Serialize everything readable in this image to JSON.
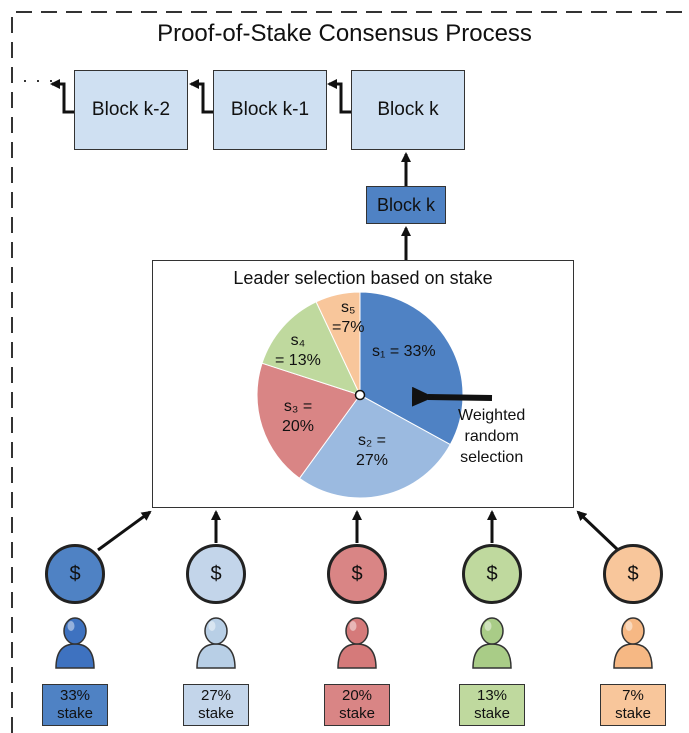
{
  "title": "Proof-of-Stake Consensus Process",
  "chain": {
    "continuation": "· · ·",
    "blocks": [
      "Block k-2",
      "Block k-1",
      "Block k"
    ],
    "new_block": "Block k"
  },
  "selection": {
    "title": "Leader selection based on stake",
    "slices": [
      {
        "name": "s1",
        "line1": "s₁ = 33%",
        "line2": "",
        "percent": 33,
        "color": "#4f82c4"
      },
      {
        "name": "s2",
        "line1": "s₂ =",
        "line2": "27%",
        "percent": 27,
        "color": "#9bbae0"
      },
      {
        "name": "s3",
        "line1": "s₃ =",
        "line2": "20%",
        "percent": 20,
        "color": "#d98585"
      },
      {
        "name": "s4",
        "line1": "s₄",
        "line2": "= 13%",
        "percent": 13,
        "color": "#bfd99e"
      },
      {
        "name": "s5",
        "line1": "s₅",
        "line2": "=7%",
        "percent": 7,
        "color": "#f8c69b"
      }
    ],
    "pointer_label": [
      "Weighted",
      "random",
      "selection"
    ]
  },
  "stakeholders": [
    {
      "coin_symbol": "$",
      "coin_color": "#4f82c4",
      "person_color": "#3e72c0",
      "stake_line1": "33%",
      "stake_line2": "stake",
      "box_color": "#4f82c4"
    },
    {
      "coin_symbol": "$",
      "coin_color": "#c3d5ea",
      "person_color": "#b8cfe6",
      "stake_line1": "27%",
      "stake_line2": "stake",
      "box_color": "#c3d5ea"
    },
    {
      "coin_symbol": "$",
      "coin_color": "#d98585",
      "person_color": "#d57a7a",
      "stake_line1": "20%",
      "stake_line2": "stake",
      "box_color": "#d98585"
    },
    {
      "coin_symbol": "$",
      "coin_color": "#bfd99e",
      "person_color": "#a9cc87",
      "stake_line1": "13%",
      "stake_line2": "stake",
      "box_color": "#bfd99e"
    },
    {
      "coin_symbol": "$",
      "coin_color": "#f8c69b",
      "person_color": "#f6b884",
      "stake_line1": "7%",
      "stake_line2": "stake",
      "box_color": "#f8c69b"
    }
  ]
}
